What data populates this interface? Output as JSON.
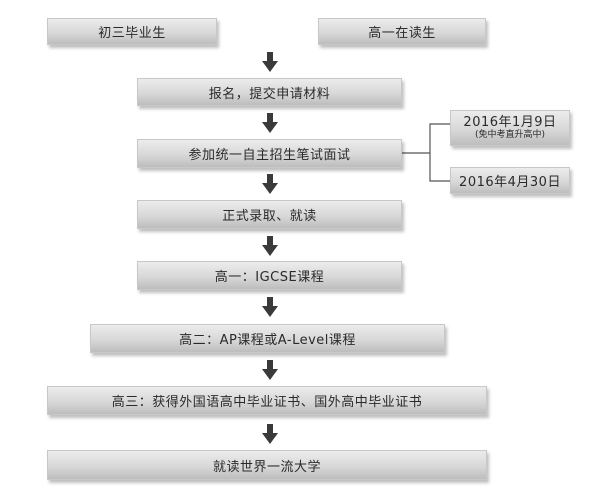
{
  "boxes": {
    "junior_graduate": "初三毕业生",
    "senior_first_year": "高一在读生",
    "register": "报名，提交申请材料",
    "exam": "参加统一自主招生笔试面试",
    "date1": "2016年1月9日",
    "date1_note": "(免中考直升高中)",
    "date2": "2016年4月30日",
    "admission": "正式录取、就读",
    "grade10": "高一：IGCSE课程",
    "grade11": "高二：AP课程或A-Level课程",
    "grade12": "高三：获得外国语高中毕业证书、国外高中毕业证书",
    "university": "就读世界一流大学"
  },
  "colors": {
    "arrow": "#3a3a3a",
    "box_top": "#ececec",
    "box_bottom": "#bdbdbd"
  }
}
